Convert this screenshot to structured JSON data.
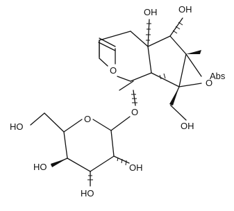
{
  "molecule": {
    "labels": {
      "oh_c5": "OH",
      "oh_c6": "OH",
      "o_ring_ether": "O",
      "o_epoxide": "O",
      "abs_flag": "Abs",
      "o_glycoside": "O",
      "oh_c10": "OH",
      "o_pyranose": "O",
      "ho_c6_sugar": "HO",
      "ho_c4_sugar": "HO",
      "oh_c2_sugar": "OH",
      "ho_c3_sugar": "HO"
    },
    "colors": {
      "ink": "#111111",
      "background": "#ffffff"
    }
  }
}
